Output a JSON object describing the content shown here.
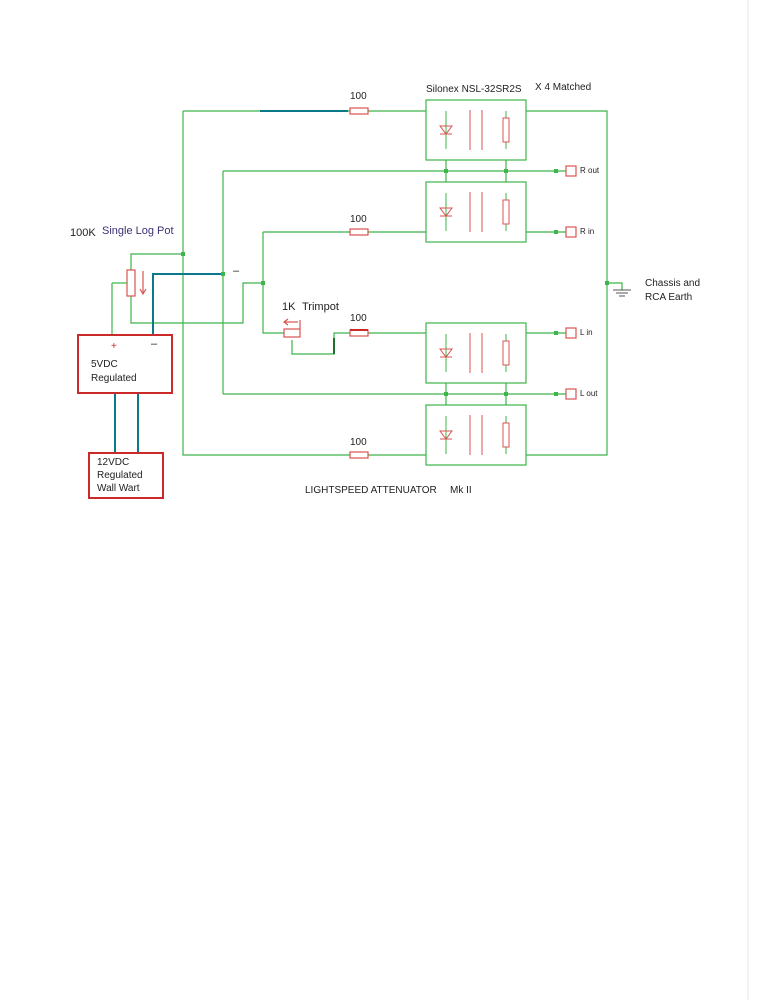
{
  "colors": {
    "wire": "#3cb54a",
    "wire_dark": "#0a7a8a",
    "component": "#d9534f",
    "box": "#cc2a2a",
    "text": "#222222",
    "label_purple": "#3a3175"
  },
  "labels": {
    "photocell_part": "Silonex NSL-32SR2S",
    "quantity_note": "X 4 Matched",
    "pot_value": "100K",
    "pot_type": "Single Log Pot",
    "trimpot_value": "1K",
    "trimpot_type": "Trimpot",
    "resistor_top": "100",
    "resistor_r_in": "100",
    "resistor_l_in": "100",
    "resistor_bottom": "100",
    "ground_line1": "Chassis and",
    "ground_line2": "RCA Earth",
    "minus_mark": "–",
    "title": "LIGHTSPEED ATTENUATOR",
    "revision": "Mk II"
  },
  "ports": {
    "r_out": "R out",
    "r_in": "R in",
    "l_in": "L in",
    "l_out": "L out"
  },
  "supply_5v": {
    "plus": "+",
    "minus": "–",
    "line1": "5VDC",
    "line2": "Regulated"
  },
  "supply_12v": {
    "line1": "12VDC",
    "line2": "Regulated",
    "line3": "Wall Wart"
  }
}
